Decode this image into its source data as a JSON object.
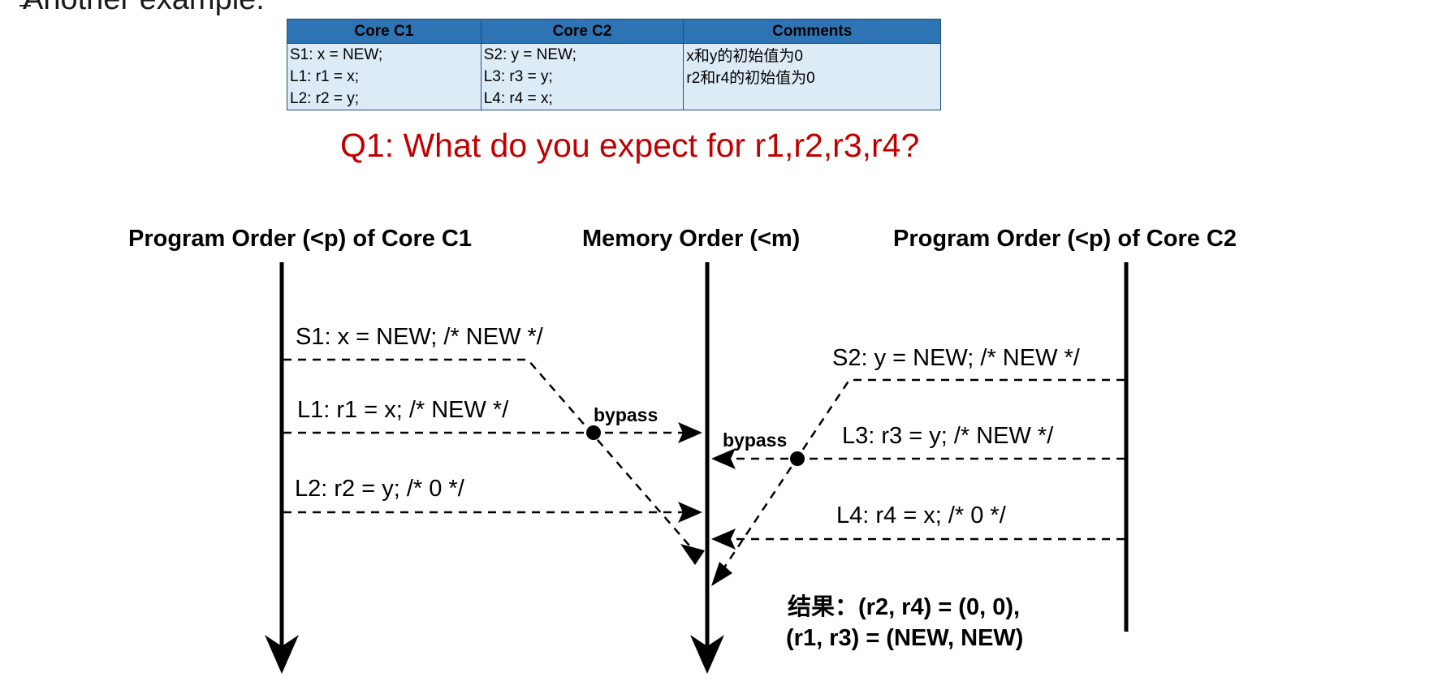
{
  "slide": {
    "heading": "Another example:"
  },
  "table": {
    "headers": [
      "Core C1",
      "Core C2",
      "Comments"
    ],
    "rows": [
      [
        "S1: x = NEW;",
        "S2: y = NEW;",
        "x和y的初始值为0"
      ],
      [
        "L1: r1 = x;",
        "L3: r3 = y;",
        "r2和r4的初始值为0"
      ],
      [
        "L2: r2 = y;",
        "L4: r4 = x;",
        ""
      ]
    ]
  },
  "question": "Q1: What do you expect for r1,r2,r3,r4?",
  "diagram": {
    "column_titles": {
      "core1": "Program Order (<p) of Core C1",
      "memory": "Memory Order (<m)",
      "core2": "Program Order (<p) of Core C2"
    },
    "core1_ops": {
      "s1": "S1: x = NEW; /* NEW */",
      "l1": "L1: r1 = x; /* NEW */",
      "l2": "L2: r2 = y; /* 0 */"
    },
    "core2_ops": {
      "s2": "S2: y = NEW; /* NEW */",
      "l3": "L3: r3 = y; /* NEW */",
      "l4": "L4: r4 = x; /* 0 */"
    },
    "bypass_label": "bypass",
    "result": {
      "line1": "结果：(r2, r4) = (0, 0),",
      "line2": "(r1, r3) = (NEW, NEW)"
    }
  }
}
